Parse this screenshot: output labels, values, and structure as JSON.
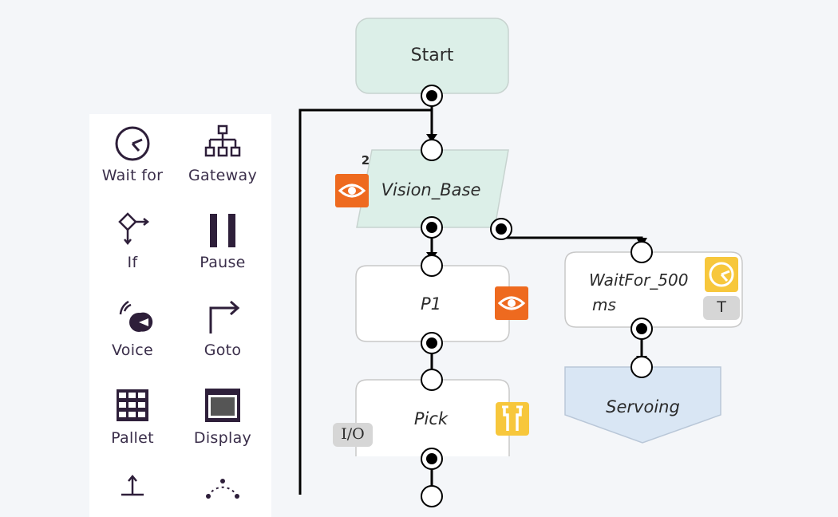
{
  "palette": {
    "items": [
      {
        "id": "wait-for",
        "label": "Wait for",
        "icon": "clock-icon"
      },
      {
        "id": "gateway",
        "label": "Gateway",
        "icon": "gateway-tree-icon"
      },
      {
        "id": "if",
        "label": "If",
        "icon": "if-branch-icon"
      },
      {
        "id": "pause",
        "label": "Pause",
        "icon": "pause-icon"
      },
      {
        "id": "voice",
        "label": "Voice",
        "icon": "voice-icon"
      },
      {
        "id": "goto",
        "label": "Goto",
        "icon": "goto-arrow-icon"
      },
      {
        "id": "pallet",
        "label": "Pallet",
        "icon": "pallet-grid-icon"
      },
      {
        "id": "display",
        "label": "Display",
        "icon": "display-window-icon"
      },
      {
        "id": "axis",
        "label": "",
        "icon": "axis-icon"
      },
      {
        "id": "arc",
        "label": "",
        "icon": "arc-points-icon"
      }
    ]
  },
  "flow": {
    "start": {
      "label": "Start"
    },
    "vision_base": {
      "label": "Vision_Base",
      "badge": "2",
      "icon": "eye-icon"
    },
    "p1": {
      "label": "P1",
      "icon": "eye-icon"
    },
    "pick": {
      "label": "Pick",
      "badge": "I/O",
      "icon": "gripper-icon"
    },
    "waitfor": {
      "label_line1": "WaitFor_500",
      "label_line2": "ms",
      "badge": "T",
      "icon": "clock-icon"
    },
    "servoing": {
      "label": "Servoing"
    }
  },
  "colors": {
    "start_fill": "#dcefe8",
    "vision_fill": "#dcefe8",
    "servoing_fill": "#d9e6f4",
    "eye_badge": "#ee6a1f",
    "clock_badge": "#f7c73c",
    "io_badge": "#d6d6d6",
    "palette_text": "#3a2e4a"
  }
}
